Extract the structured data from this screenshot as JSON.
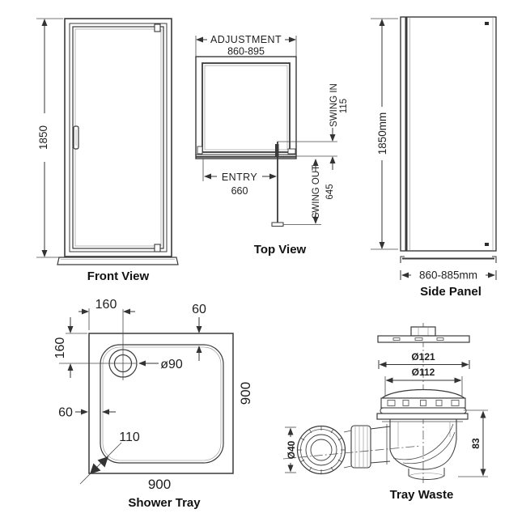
{
  "page": {
    "background_color": "#ffffff",
    "line_color": "#3a3a3a",
    "text_color": "#1f1f1f"
  },
  "front_view": {
    "label": "Front View",
    "height_dim": "1850"
  },
  "top_view": {
    "label": "Top View",
    "adjustment_label": "ADJUSTMENT",
    "adjustment_range": "860-895",
    "entry_label": "ENTRY",
    "entry_value": "660",
    "swing_in_label": "SWING IN",
    "swing_in_value": "115",
    "swing_out_label": "SWING OUT",
    "swing_out_value": "645"
  },
  "side_panel": {
    "label": "Side Panel",
    "height_dim": "1850mm",
    "width_dim": "860-885mm"
  },
  "shower_tray": {
    "label": "Shower Tray",
    "drain_offset_top": "160",
    "drain_offset_left": "160",
    "rim_top": "60",
    "rim_left": "60",
    "drain_diameter": "ø90",
    "corner_radius": "110",
    "width": "900",
    "depth": "900"
  },
  "tray_waste": {
    "label": "Tray Waste",
    "flange_diameter": "Ø121",
    "dome_diameter": "Ø112",
    "pipe_diameter": "Ø40",
    "height": "83"
  }
}
